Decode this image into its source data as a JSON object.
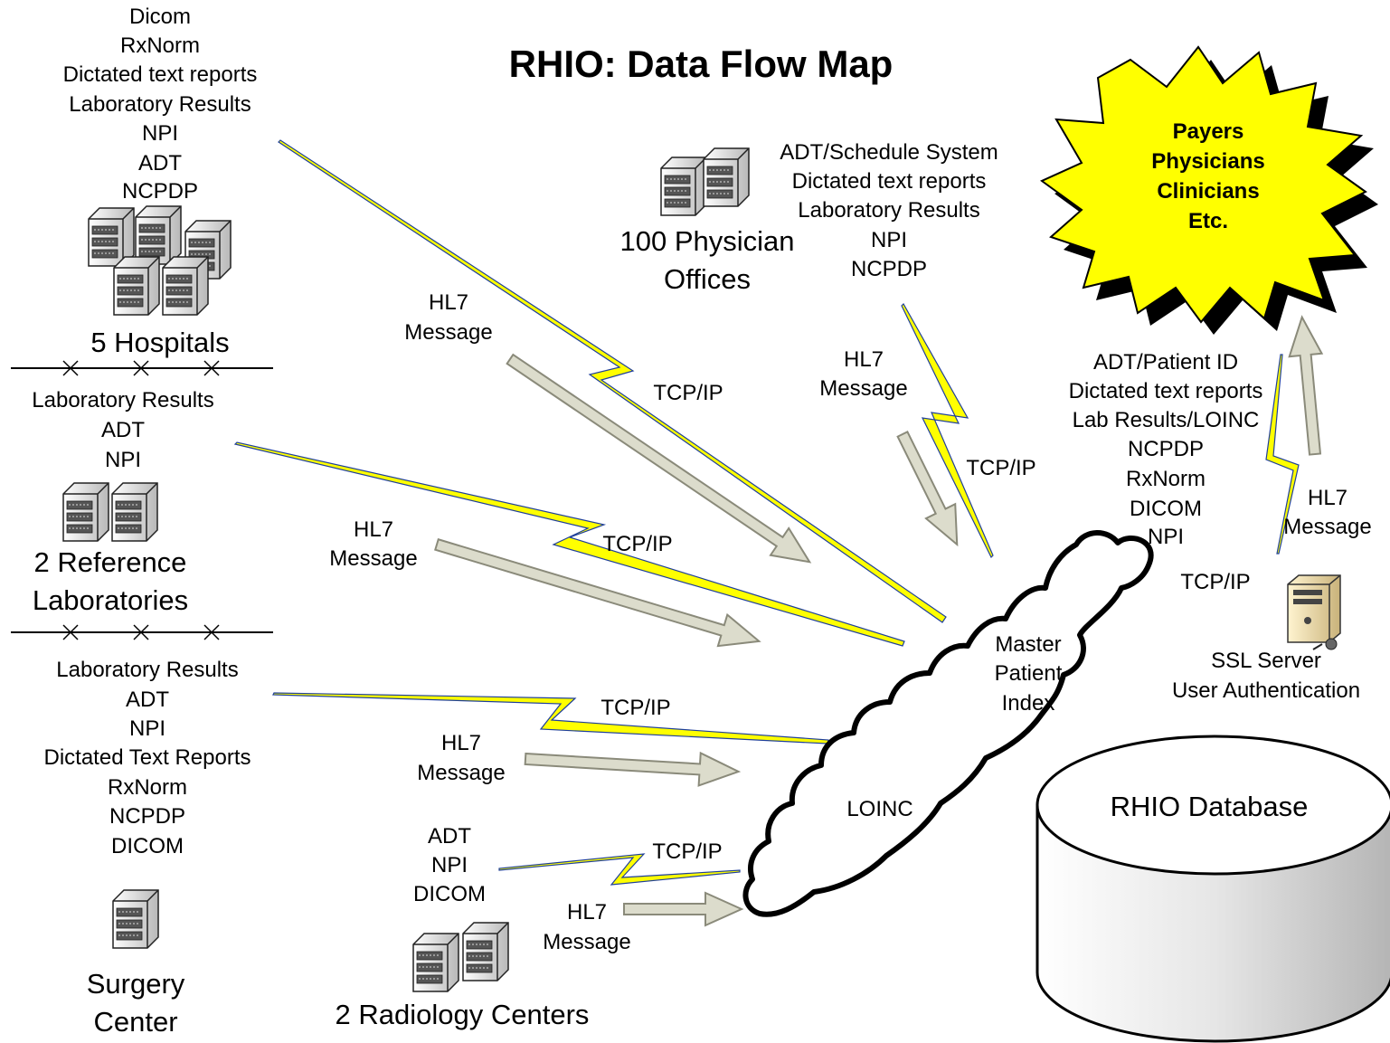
{
  "title": "RHIO:  Data Flow Map",
  "hospitals": {
    "label": "5 Hospitals",
    "data_types": [
      "Dicom",
      "RxNorm",
      "Dictated text reports",
      "Laboratory Results",
      "NPI",
      "ADT",
      "NCPDP"
    ]
  },
  "reference_labs": {
    "label_line1": "2 Reference",
    "label_line2": "Laboratories",
    "data_types": [
      "Laboratory Results",
      "ADT",
      "NPI"
    ]
  },
  "surgery_center": {
    "label_line1": "Surgery",
    "label_line2": "Center",
    "data_types": [
      "Laboratory Results",
      "ADT",
      "NPI",
      "Dictated Text Reports",
      "RxNorm",
      "NCPDP",
      "DICOM"
    ]
  },
  "radiology_centers": {
    "label": "2 Radiology Centers",
    "data_types": [
      "ADT",
      "NPI",
      "DICOM"
    ]
  },
  "physician_offices": {
    "label_line1": "100 Physician",
    "label_line2": "Offices",
    "data_types": [
      "ADT/Schedule System",
      "Dictated text reports",
      "Laboratory Results",
      "NPI",
      "NCPDP"
    ]
  },
  "stakeholders": {
    "items": [
      "Payers",
      "Physicians",
      "Clinicians",
      "Etc."
    ]
  },
  "outbound": {
    "data_types": [
      "ADT/Patient ID",
      "Dictated text reports",
      "Lab Results/LOINC",
      "NCPDP",
      "RxNorm",
      "DICOM",
      "NPI"
    ]
  },
  "connections": {
    "protocol": "TCP/IP",
    "message_line1": "HL7",
    "message_line2": "Message"
  },
  "hub": {
    "line1": "Master",
    "line2": "Patient",
    "line3": "Index",
    "standard": "LOINC"
  },
  "ssl_server": {
    "line1": "SSL Server",
    "line2": "User Authentication"
  },
  "database": {
    "label": "RHIO Database"
  },
  "colors": {
    "lightning_fill": "#ffff00",
    "link_line": "#1f3f9a",
    "arrow_fill": "#dcdccc",
    "arrow_stroke": "#8a8a7a",
    "burst_fill": "#ffff00",
    "burst_shadow": "#000000",
    "db_gradient_light": "#f6f6f6",
    "db_gradient_dark": "#bdbdbd"
  },
  "icons": {
    "building": "server-building-icon",
    "server": "server-tower-icon"
  }
}
